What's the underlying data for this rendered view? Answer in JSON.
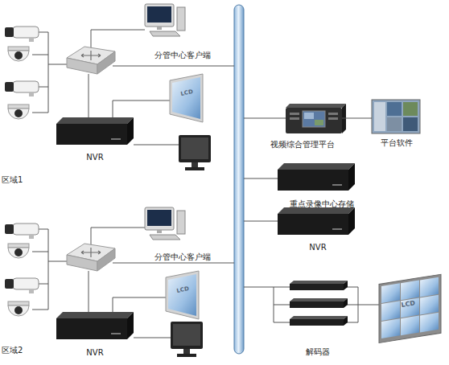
{
  "diagram": {
    "nodes": [
      {
        "text": [
          "分管中心客户端"
        ]
      },
      {
        "text": [
          "NVR"
        ]
      },
      {
        "text": [
          "视频综合管理平台"
        ]
      },
      {
        "text": [
          "平台软件"
        ]
      },
      {
        "text": [
          "重点录像中心存储"
        ]
      },
      {
        "text": [
          "NVR"
        ]
      },
      {
        "text": [
          "分管中心客户端"
        ]
      },
      {
        "text": [
          "NVR"
        ]
      },
      {
        "text": [
          "解码器"
        ]
      }
    ],
    "edges": [
      {
        "from": 2,
        "to": 3,
        "arrow": "none"
      }
    ],
    "labels": [
      "LCD",
      "区域1",
      "LCD",
      "区域2",
      "LCD"
    ]
  }
}
